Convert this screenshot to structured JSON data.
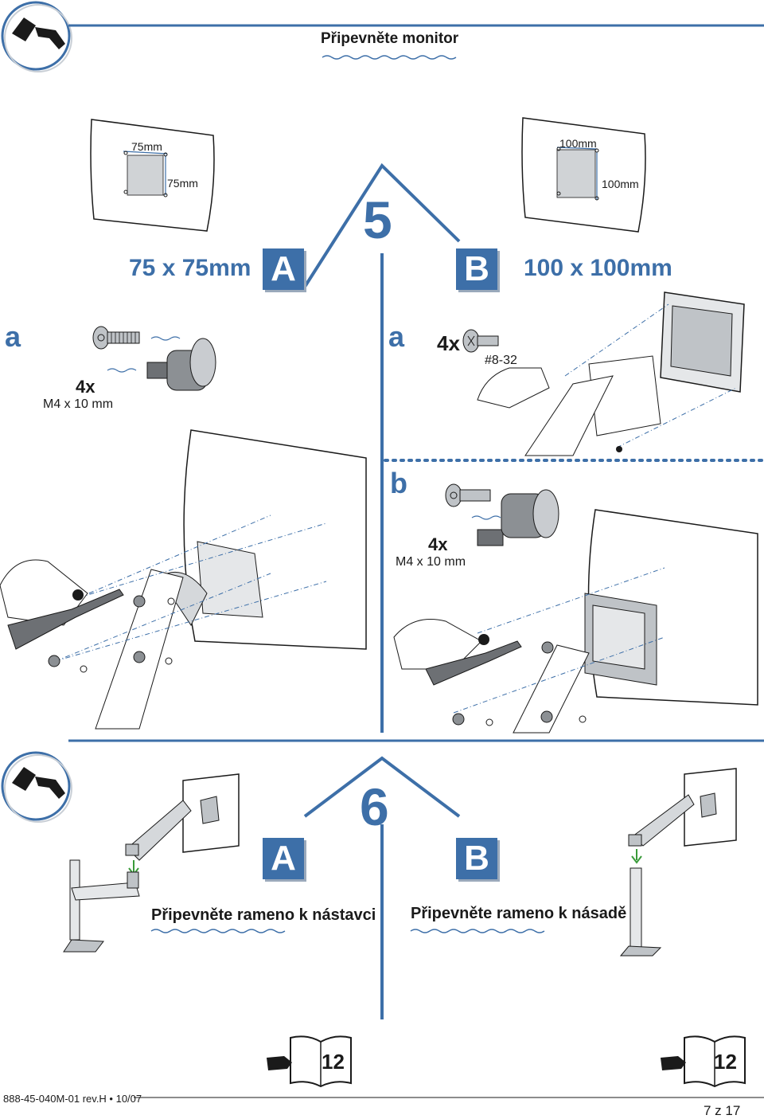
{
  "header": {
    "title": "Připevněte monitor"
  },
  "step5": {
    "number": "5",
    "option_a": {
      "badge": "A",
      "size": "75 x 75mm",
      "dim_h": "75mm",
      "dim_v": "75mm",
      "sub_a": {
        "letter": "a",
        "qty": "4x",
        "spec": "M4 x 10 mm"
      }
    },
    "option_b": {
      "badge": "B",
      "size": "100 x 100mm",
      "dim_h": "100mm",
      "dim_v": "100mm",
      "sub_a": {
        "letter": "a",
        "qty": "4x",
        "spec": "#8-32"
      },
      "sub_b": {
        "letter": "b",
        "qty": "4x",
        "spec": "M4 x 10 mm"
      }
    }
  },
  "step6": {
    "number": "6",
    "option_a": {
      "badge": "A",
      "caption": "Připevněte rameno k nástavci"
    },
    "option_b": {
      "badge": "B",
      "caption": "Připevněte rameno k násadě"
    }
  },
  "references": {
    "left_page": "12",
    "right_page": "12"
  },
  "footer": {
    "code": "888-45-040M-01 rev.H • 10/07",
    "page": "7 z 17"
  },
  "colors": {
    "accent": "#3d6fa8",
    "badge_shadow": "#9aa9bb",
    "line": "#1a1a1a"
  }
}
